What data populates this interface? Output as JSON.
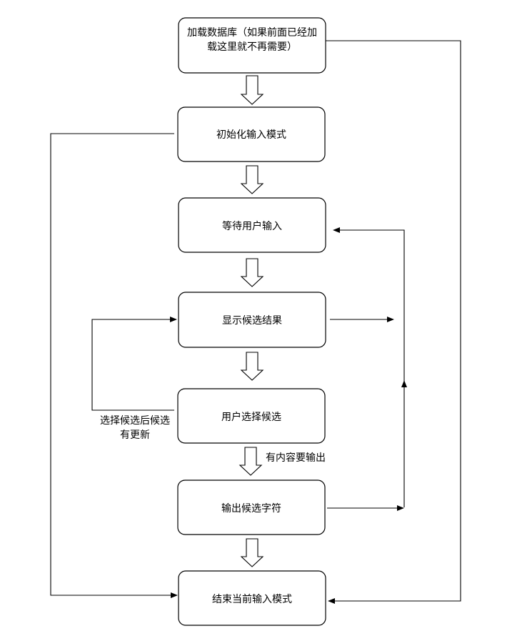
{
  "nodes": {
    "load_db": {
      "lines": [
        "加载数据库（如果前面已经加",
        "载这里就不再需要）"
      ]
    },
    "init_mode": {
      "label": "初始化输入模式"
    },
    "wait_input": {
      "label": "等待用户输入"
    },
    "show_candidates": {
      "label": "显示候选结果"
    },
    "user_select": {
      "label": "用户选择候选"
    },
    "output_char": {
      "label": "输出候选字符"
    },
    "end_mode": {
      "label": "结束当前输入模式"
    }
  },
  "edge_labels": {
    "has_output": "有内容要输出",
    "update_after_select": [
      "选择候选后候选",
      "有更新"
    ]
  }
}
